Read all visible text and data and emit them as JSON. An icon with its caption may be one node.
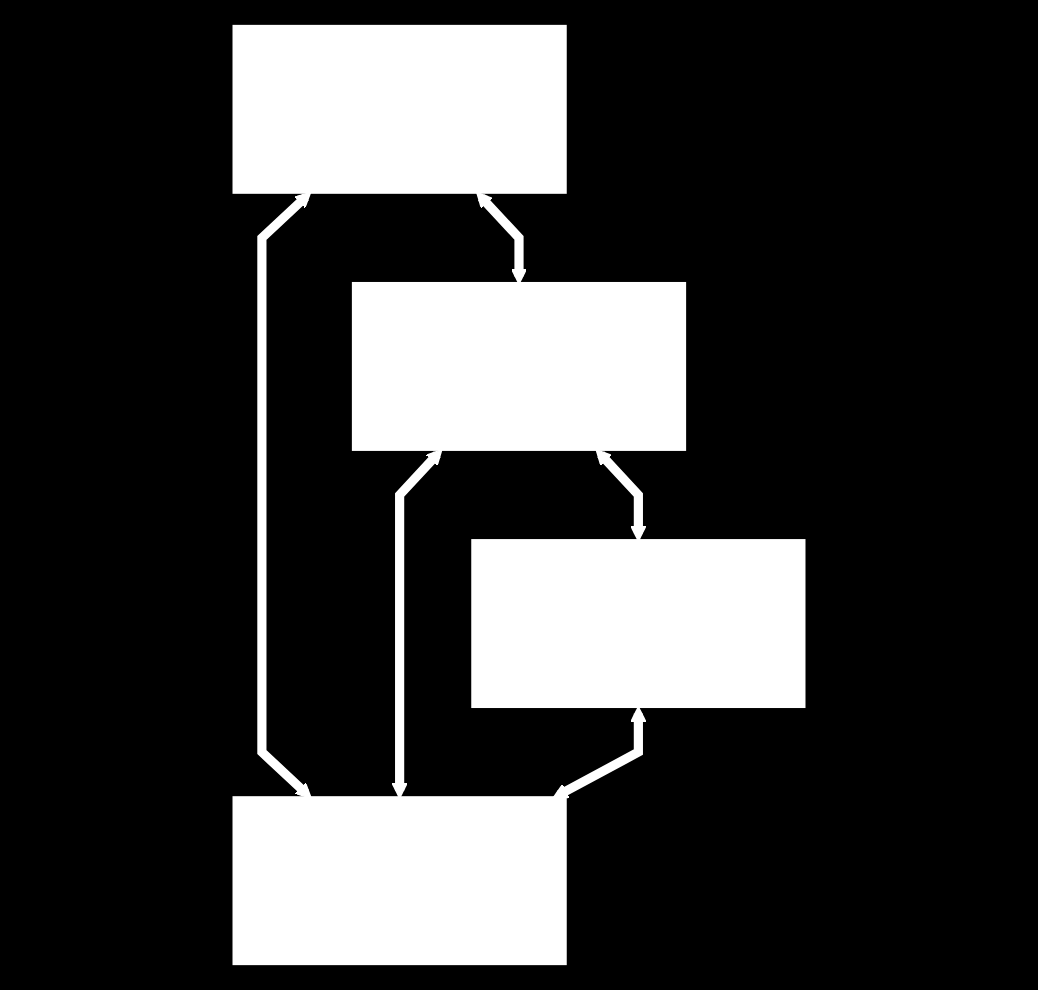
{
  "diagram": {
    "nodes": [
      {
        "text": [],
        "shape": "box"
      },
      {
        "text": [],
        "shape": "box"
      },
      {
        "text": [],
        "shape": "box"
      },
      {
        "text": [],
        "shape": "box"
      }
    ],
    "edges": [
      {
        "from": 0,
        "to": 3,
        "arrow": "both"
      },
      {
        "from": 0,
        "to": 1,
        "arrow": "both"
      },
      {
        "from": 1,
        "to": 3,
        "arrow": "both"
      },
      {
        "from": 1,
        "to": 2,
        "arrow": "both"
      },
      {
        "from": 2,
        "to": 3,
        "arrow": "both"
      }
    ]
  }
}
